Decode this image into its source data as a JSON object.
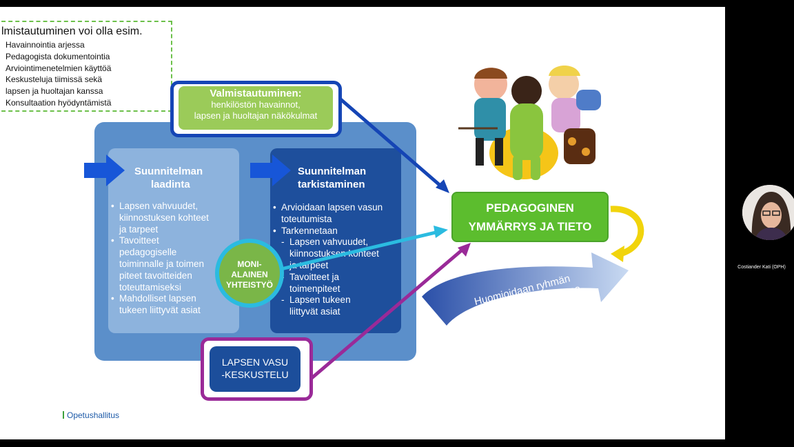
{
  "preparation_box": {
    "title": "lmistautuminen voi olla esim.",
    "items": [
      "Havainnointia arjessa",
      "Pedagogista dokumentointia",
      "Arviointimenetelmien käyttöä",
      "Keskusteluja tiimissä sekä",
      "lapsen ja huoltajan kanssa",
      "Konsultaation hyödyntämistä"
    ]
  },
  "valmistautuminen": {
    "title": "Valmistautuminen:",
    "line1": "henkilöstön havainnot,",
    "line2": "lapsen ja huoltajan näkökulmat"
  },
  "column_left": {
    "heading1": "Suunnitelman",
    "heading2": "laadinta",
    "bullets": [
      [
        "Lapsen vahvuudet,",
        "kiinnostuksen kohteet",
        "ja tarpeet"
      ],
      [
        "Tavoitteet",
        "pedagogiselle",
        "toiminnalle ja toimen",
        "piteet tavoitteiden",
        "toteuttamiseksi"
      ],
      [
        "Mahdolliset lapsen",
        "tukeen liittyvät asiat"
      ]
    ]
  },
  "column_right": {
    "heading1": "Suunnitelman",
    "heading2": "tarkistaminen",
    "bullet1": [
      "Arvioidaan lapsen vasun",
      "toteutumista"
    ],
    "bullet2": "Tarkennetaan",
    "subitems": [
      [
        "Lapsen vahvuudet,",
        "kiinnostuksen kohteet",
        "ja tarpeet"
      ],
      [
        "Tavoitteet ja",
        "toimenpiteet"
      ],
      [
        "Lapsen tukeen",
        "liittyvät asiat"
      ]
    ]
  },
  "moni": {
    "line1": "MONI-",
    "line2": "ALAINEN",
    "line3": "YHTEISTYÖ"
  },
  "vasu": {
    "line1": "LAPSEN VASU",
    "line2": "-KESKUSTELU"
  },
  "pedagoginen": {
    "line1": "PEDAGOGINEN",
    "line2": "YMMÄRRYS JA TIETO"
  },
  "huomioidaan": {
    "line1": "Huomioidaan ryhmän",
    "line2": "toiminnan suunnittelussa"
  },
  "footer": {
    "logo": "Opetushallitus"
  },
  "webcam": {
    "name": "Costiander Kati (OPH)"
  },
  "colors": {
    "panel": "#5b8fca",
    "col_left": "#8db3dd",
    "col_right": "#1e4f9c",
    "green": "#5cbd2e",
    "cyan": "#2bbbe0",
    "purple": "#9a2a98",
    "dark_blue": "#1545b5"
  }
}
